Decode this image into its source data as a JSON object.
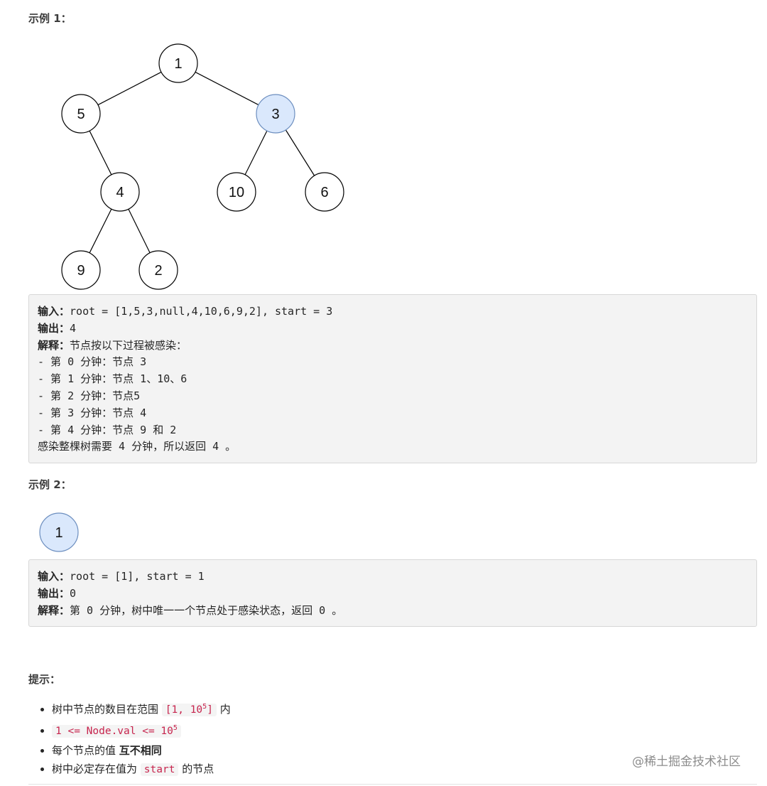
{
  "example1": {
    "heading": "示例 1：",
    "tree": {
      "nodes": [
        {
          "id": "n1",
          "label": "1",
          "highlight": false
        },
        {
          "id": "n5",
          "label": "5",
          "highlight": false
        },
        {
          "id": "n3",
          "label": "3",
          "highlight": true
        },
        {
          "id": "n4",
          "label": "4",
          "highlight": false
        },
        {
          "id": "n10",
          "label": "10",
          "highlight": false
        },
        {
          "id": "n6",
          "label": "6",
          "highlight": false
        },
        {
          "id": "n9",
          "label": "9",
          "highlight": false
        },
        {
          "id": "n2",
          "label": "2",
          "highlight": false
        }
      ],
      "edges": [
        [
          "n1",
          "n5"
        ],
        [
          "n1",
          "n3"
        ],
        [
          "n5",
          "n4"
        ],
        [
          "n3",
          "n10"
        ],
        [
          "n3",
          "n6"
        ],
        [
          "n4",
          "n9"
        ],
        [
          "n4",
          "n2"
        ]
      ]
    },
    "input_label": "输入：",
    "input_value": "root = [1,5,3,null,4,10,6,9,2], start = 3",
    "output_label": "输出：",
    "output_value": "4",
    "explain_label": "解释：",
    "explain_value": "节点按以下过程被感染：",
    "steps": [
      "- 第 0 分钟：节点 3",
      "- 第 1 分钟：节点 1、10、6",
      "- 第 2 分钟：节点5",
      "- 第 3 分钟：节点 4",
      "- 第 4 分钟：节点 9 和 2"
    ],
    "conclusion": "感染整棵树需要 4 分钟，所以返回 4 。"
  },
  "example2": {
    "heading": "示例 2：",
    "tree": {
      "nodes": [
        {
          "id": "m1",
          "label": "1",
          "highlight": true
        }
      ],
      "edges": []
    },
    "input_label": "输入：",
    "input_value": "root = [1], start = 1",
    "output_label": "输出：",
    "output_value": "0",
    "explain_label": "解释：",
    "explain_value": "第 0 分钟，树中唯一一个节点处于感染状态，返回 0 。"
  },
  "tips": {
    "heading": "提示：",
    "items": [
      {
        "prefix": "树中节点的数目在范围 ",
        "code": "[1, 10",
        "sup": "5",
        "code_end": "]",
        "suffix": " 内"
      },
      {
        "code": "1 <= Node.val <= 10",
        "sup": "5"
      },
      {
        "text": "每个节点的值 ",
        "bold": "互不相同"
      },
      {
        "prefix": "树中必定存在值为 ",
        "code": "start",
        "suffix": " 的节点"
      }
    ]
  },
  "watermark": "@稀土掘金技术社区",
  "colors": {
    "node_fill": "#ffffff",
    "node_highlight_fill": "#dae8fc",
    "node_stroke": "#000000",
    "node_highlight_stroke": "#6c8ebf",
    "code_text": "#c7254e"
  }
}
